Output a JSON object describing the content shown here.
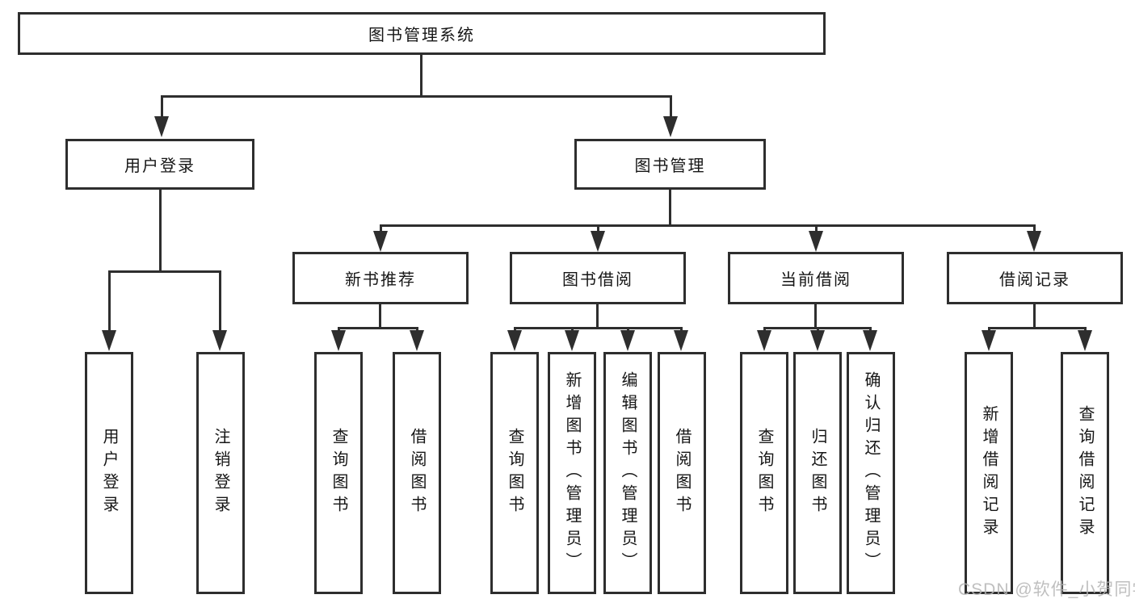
{
  "diagram": {
    "root": {
      "label": "图书管理系统"
    },
    "branches": [
      {
        "label": "用户登录",
        "children": [
          {
            "label": "用户登录"
          },
          {
            "label": "注销登录"
          }
        ]
      },
      {
        "label": "图书管理",
        "children": [
          {
            "label": "新书推荐",
            "children": [
              {
                "label": "查询图书"
              },
              {
                "label": "借阅图书"
              }
            ]
          },
          {
            "label": "图书借阅",
            "children": [
              {
                "label": "查询图书"
              },
              {
                "label": "新增图书（管理员）"
              },
              {
                "label": "编辑图书（管理员）"
              },
              {
                "label": "借阅图书"
              }
            ]
          },
          {
            "label": "当前借阅",
            "children": [
              {
                "label": "查询图书"
              },
              {
                "label": "归还图书"
              },
              {
                "label": "确认归还（管理员）"
              }
            ]
          },
          {
            "label": "借阅记录",
            "children": [
              {
                "label": "新增借阅记录"
              },
              {
                "label": "查询借阅记录"
              }
            ]
          }
        ]
      }
    ],
    "watermark": "CSDN @软件_小贺同学",
    "colors": {
      "line": "#2e2e2e",
      "text": "#161616",
      "watermark": "#b5b5b5",
      "background": "#ffffff"
    }
  }
}
